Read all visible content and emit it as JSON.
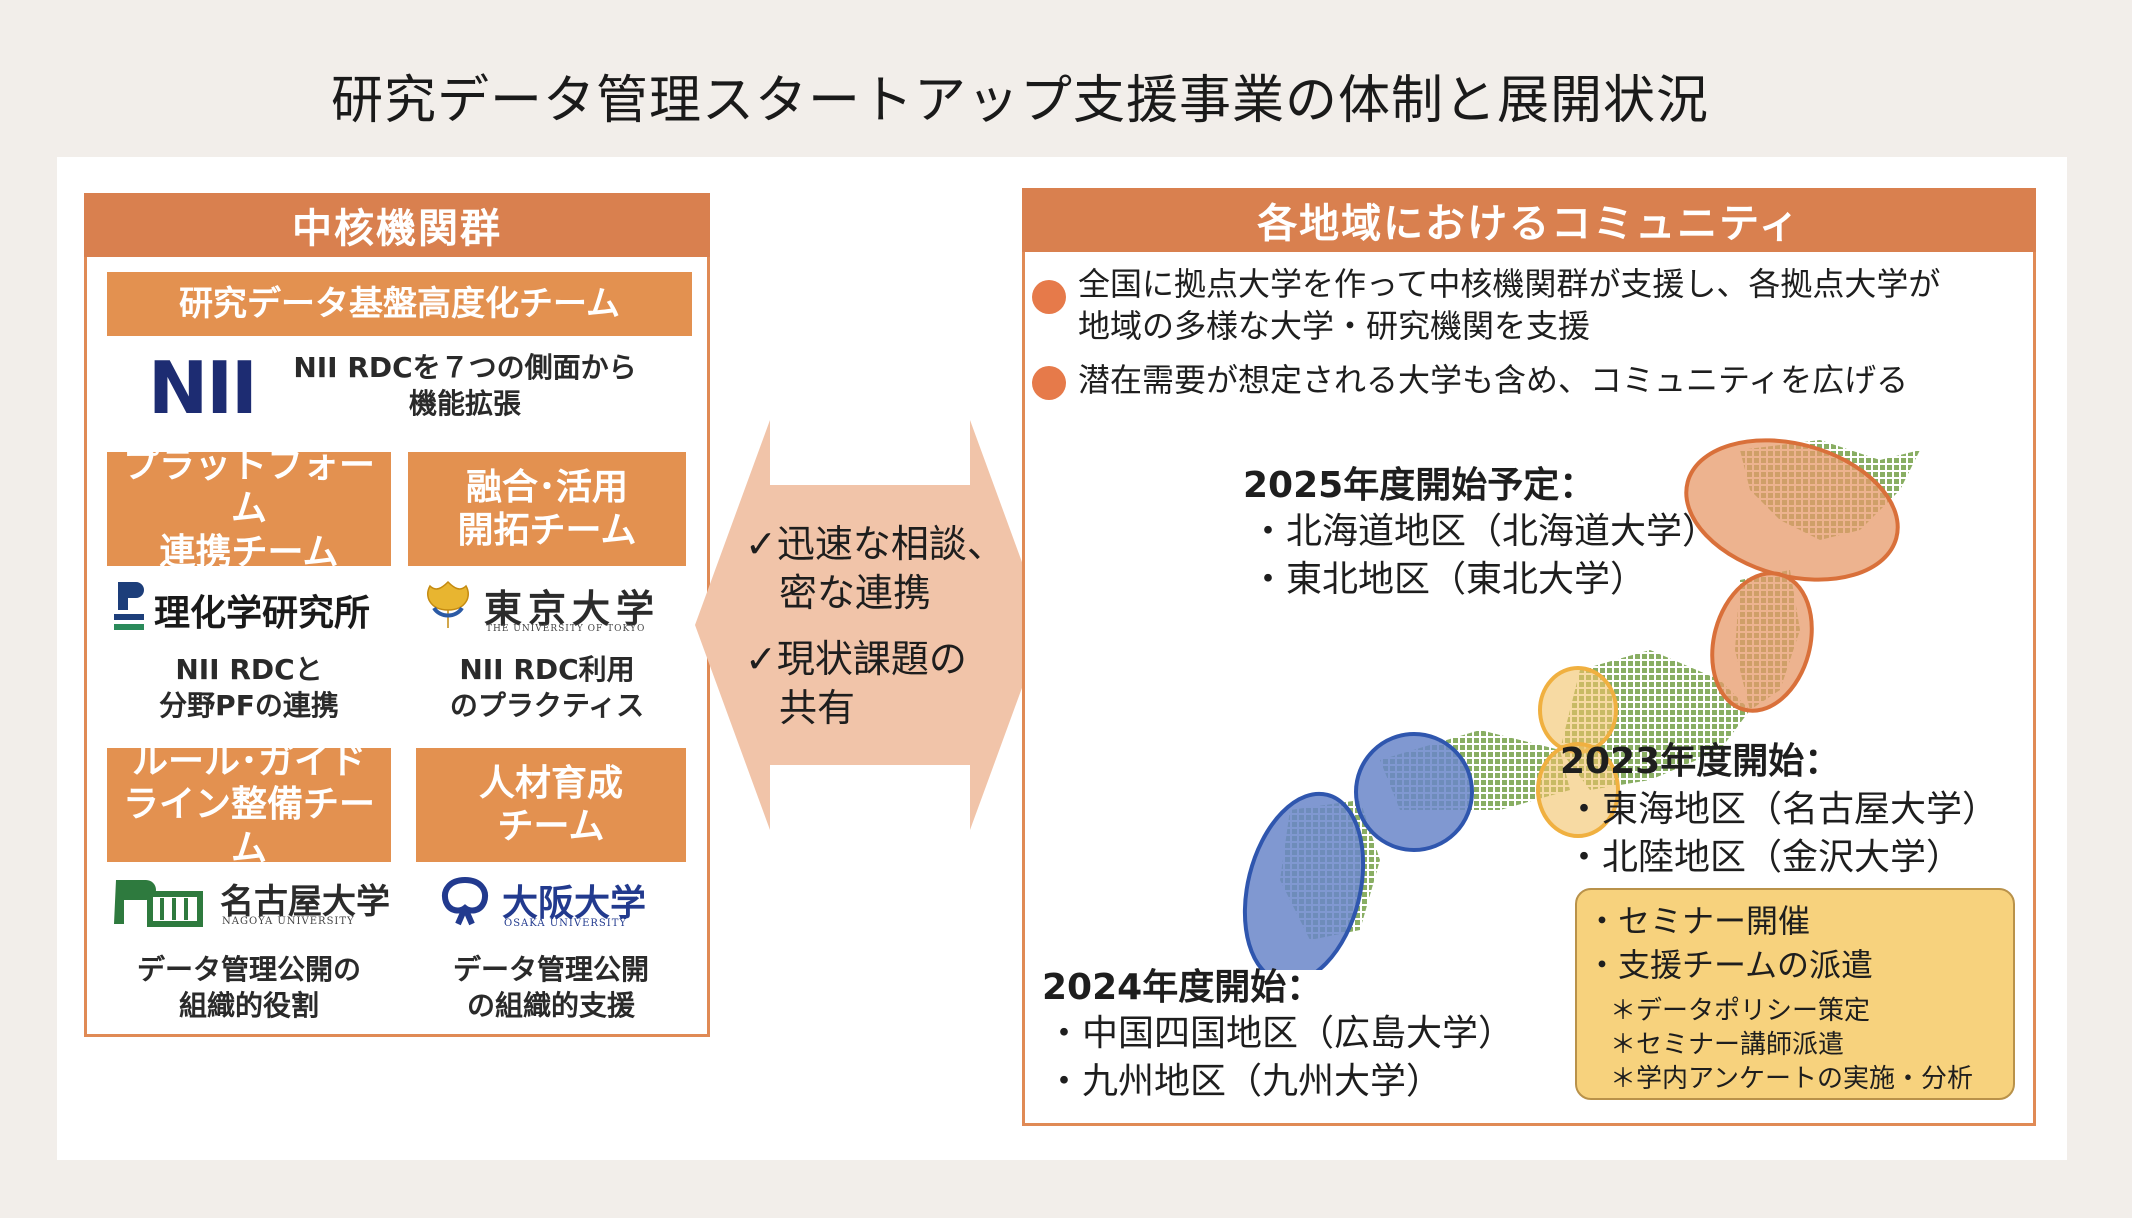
{
  "title": "研究データ管理スタートアップ支援事業の体制と展開状況",
  "core": {
    "heading": "中核機関群",
    "advanced_team": {
      "label": "研究データ基盤高度化チーム",
      "logo": "NII",
      "desc_line1": "NII RDCを７つの側面から",
      "desc_line2": "機能拡張"
    },
    "teams": [
      {
        "label_line1": "プラットフォーム",
        "label_line2": "連携チーム",
        "org": "理化学研究所",
        "desc_line1": "NII RDCと",
        "desc_line2": "分野PFの連携"
      },
      {
        "label_line1": "融合･活用",
        "label_line2": "開拓チーム",
        "org": "東京大学",
        "org_sub": "THE UNIVERSITY OF TOKYO",
        "desc_line1": "NII RDC利用",
        "desc_line2": "のプラクティス"
      },
      {
        "label_line1": "ルール･ガイド",
        "label_line2": "ライン整備チーム",
        "org": "名古屋大学",
        "org_sub": "NAGOYA UNIVERSITY",
        "desc_line1": "データ管理公開の",
        "desc_line2": "組織的役割"
      },
      {
        "label_line1": "人材育成",
        "label_line2": "チーム",
        "org": "大阪大学",
        "org_sub": "OSAKA UNIVERSITY",
        "desc_line1": "データ管理公開",
        "desc_line2": "の組織的支援"
      }
    ]
  },
  "arrow": {
    "line1": "✓迅速な相談、",
    "line2": "密な連携",
    "line3": "✓現状課題の",
    "line4": "共有"
  },
  "community": {
    "heading": "各地域におけるコミュニティ",
    "bullets": [
      {
        "line1": "全国に拠点大学を作って中核機関群が支援し、各拠点大学が",
        "line2": "地域の多様な大学・研究機関を支援"
      },
      {
        "line1": "潜在需要が想定される大学も含め、コミュニティを広げる"
      }
    ],
    "regions": {
      "y2025": {
        "head": "2025年度開始予定：",
        "items": [
          "・北海道地区（北海道大学）",
          "・東北地区（東北大学）"
        ]
      },
      "y2023": {
        "head": "2023年度開始：",
        "items": [
          "・東海地区（名古屋大学）",
          "・北陸地区（金沢大学）"
        ]
      },
      "y2024": {
        "head": "2024年度開始：",
        "items": [
          "・中国四国地区（広島大学）",
          "・九州地区（九州大学）"
        ]
      }
    },
    "support": {
      "main": [
        "・セミナー開催",
        "・支援チームの派遣"
      ],
      "sub": [
        "＊データポリシー策定",
        "＊セミナー講師派遣",
        "＊学内アンケートの実施・分析"
      ]
    }
  },
  "colors": {
    "header_fill": "#d9804f",
    "team_fill": "#e39150",
    "arrow_fill": "#f1c4a9",
    "bullet": "#e67a4a",
    "region_2025": "#e08a55",
    "region_2023": "#f0b040",
    "region_2024": "#3a62b8",
    "support_fill": "#f7d27d",
    "map_dots": "#6c9a3c"
  }
}
